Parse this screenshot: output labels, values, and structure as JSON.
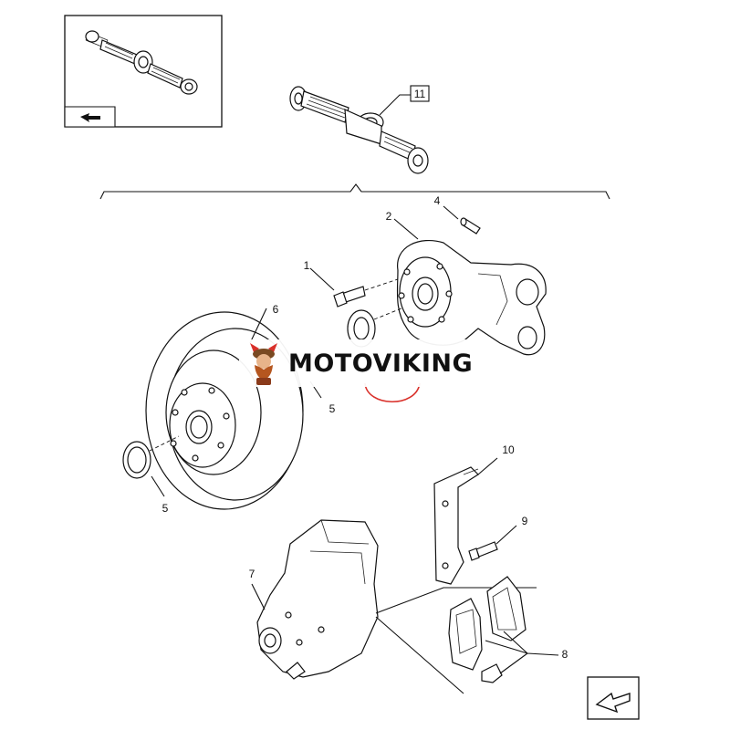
{
  "callouts": {
    "c1": "1",
    "c2": "2",
    "c4": "4",
    "c5a": "5",
    "c5b": "5",
    "c6": "6",
    "c7": "7",
    "c8": "8",
    "c9": "9",
    "c10": "10",
    "c11": "11"
  },
  "watermark": {
    "brand": "MOTOVIKING"
  },
  "colors": {
    "line": "#111111",
    "highlight": "#d9302a",
    "background": "#ffffff"
  },
  "icons": {
    "inset_nav": "back-arrow-icon",
    "page_nav": "next-page-arrow-icon"
  }
}
